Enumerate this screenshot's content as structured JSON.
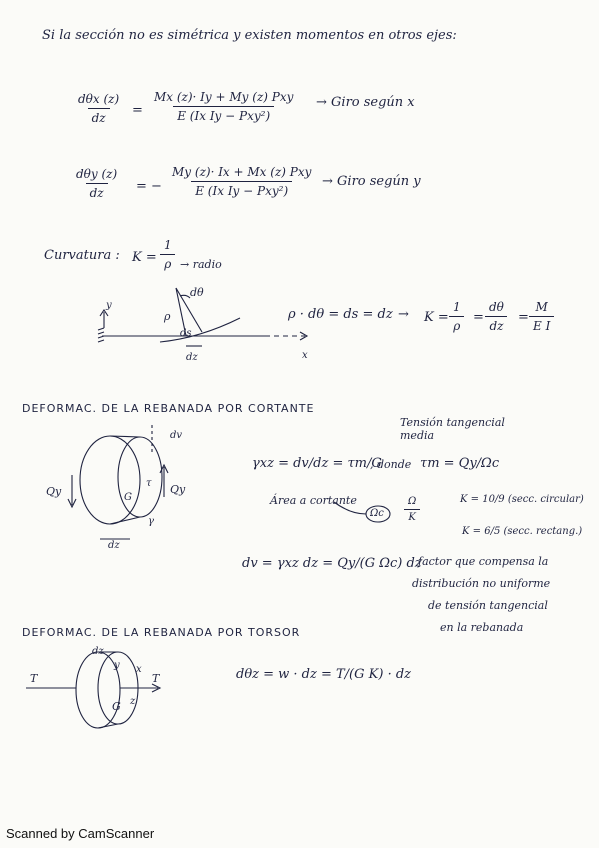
{
  "intro": "Si la sección no es simétrica y existen momentos en otros ejes:",
  "eq1": {
    "lhs_num": "dθx (z)",
    "lhs_den": "dz",
    "eq": "=",
    "rhs_num": "Mx (z)· Iy + My (z) Pxy",
    "rhs_den": "E (Ix Iy − Pxy²)",
    "note": "→ Giro según x"
  },
  "eq2": {
    "lhs_num": "dθy (z)",
    "lhs_den": "dz",
    "eq": "= −",
    "rhs_num": "My (z)· Ix + Mx (z) Pxy",
    "rhs_den": "E (Ix Iy − Pxy²)",
    "note": "→ Giro según y"
  },
  "curvature": {
    "label": "Curvatura :",
    "k": "K =",
    "num": "1",
    "den": "ρ",
    "note": "→ radio",
    "relation": "ρ · dθ = ds = dz",
    "arrow": "→",
    "k2": "K =",
    "f1_num": "1",
    "f1_den": "ρ",
    "eq": "=",
    "f2_num": "dθ",
    "f2_den": "dz",
    "eq2": "=",
    "f3_num": "M",
    "f3_den": "E I",
    "fig_dtheta": "dθ",
    "fig_rho": "ρ",
    "fig_ds": "ds",
    "fig_dz": "dz",
    "fig_y": "y",
    "fig_x": "x"
  },
  "section_shear": {
    "title": "DEFORMAC. DE LA REBANADA POR CORTANTE",
    "tension_label": "Tensión tangencial media",
    "gamma_eq": "γxz = dv/dz = τm/G",
    "donde": ", donde",
    "tau_eq": "τm = Qy/Ωc",
    "area_label": "Área a cortante",
    "omega": "Ωc",
    "omega_frac_num": "Ω",
    "omega_frac_den": "K",
    "k_circular": "K = 10/9 (secc. circular)",
    "k_rect": "K = 6/5 (secc. rectang.)",
    "dv_eq": "dv = γxz dz = Qy/(G Ωc) dz",
    "factor_note": [
      "factor que compensa la",
      "distribución no uniforme",
      "de tensión tangencial",
      "en la rebanada"
    ],
    "fig_dv": "dv",
    "fig_qy_left": "Qy",
    "fig_qy_right": "Qy",
    "fig_dz": "dz",
    "fig_gamma": "γ",
    "fig_tau": "τ",
    "fig_g": "G"
  },
  "section_torsion": {
    "title": "DEFORMAC. DE LA REBANADA POR TORSOR",
    "eq": "dθz = w · dz = T/(G K) · dz",
    "fig_t_left": "T",
    "fig_t_right": "T",
    "fig_x": "x",
    "fig_y": "y",
    "fig_z": "z",
    "fig_g": "G",
    "fig_dz": "dz"
  },
  "footer": "Scanned by CamScanner"
}
